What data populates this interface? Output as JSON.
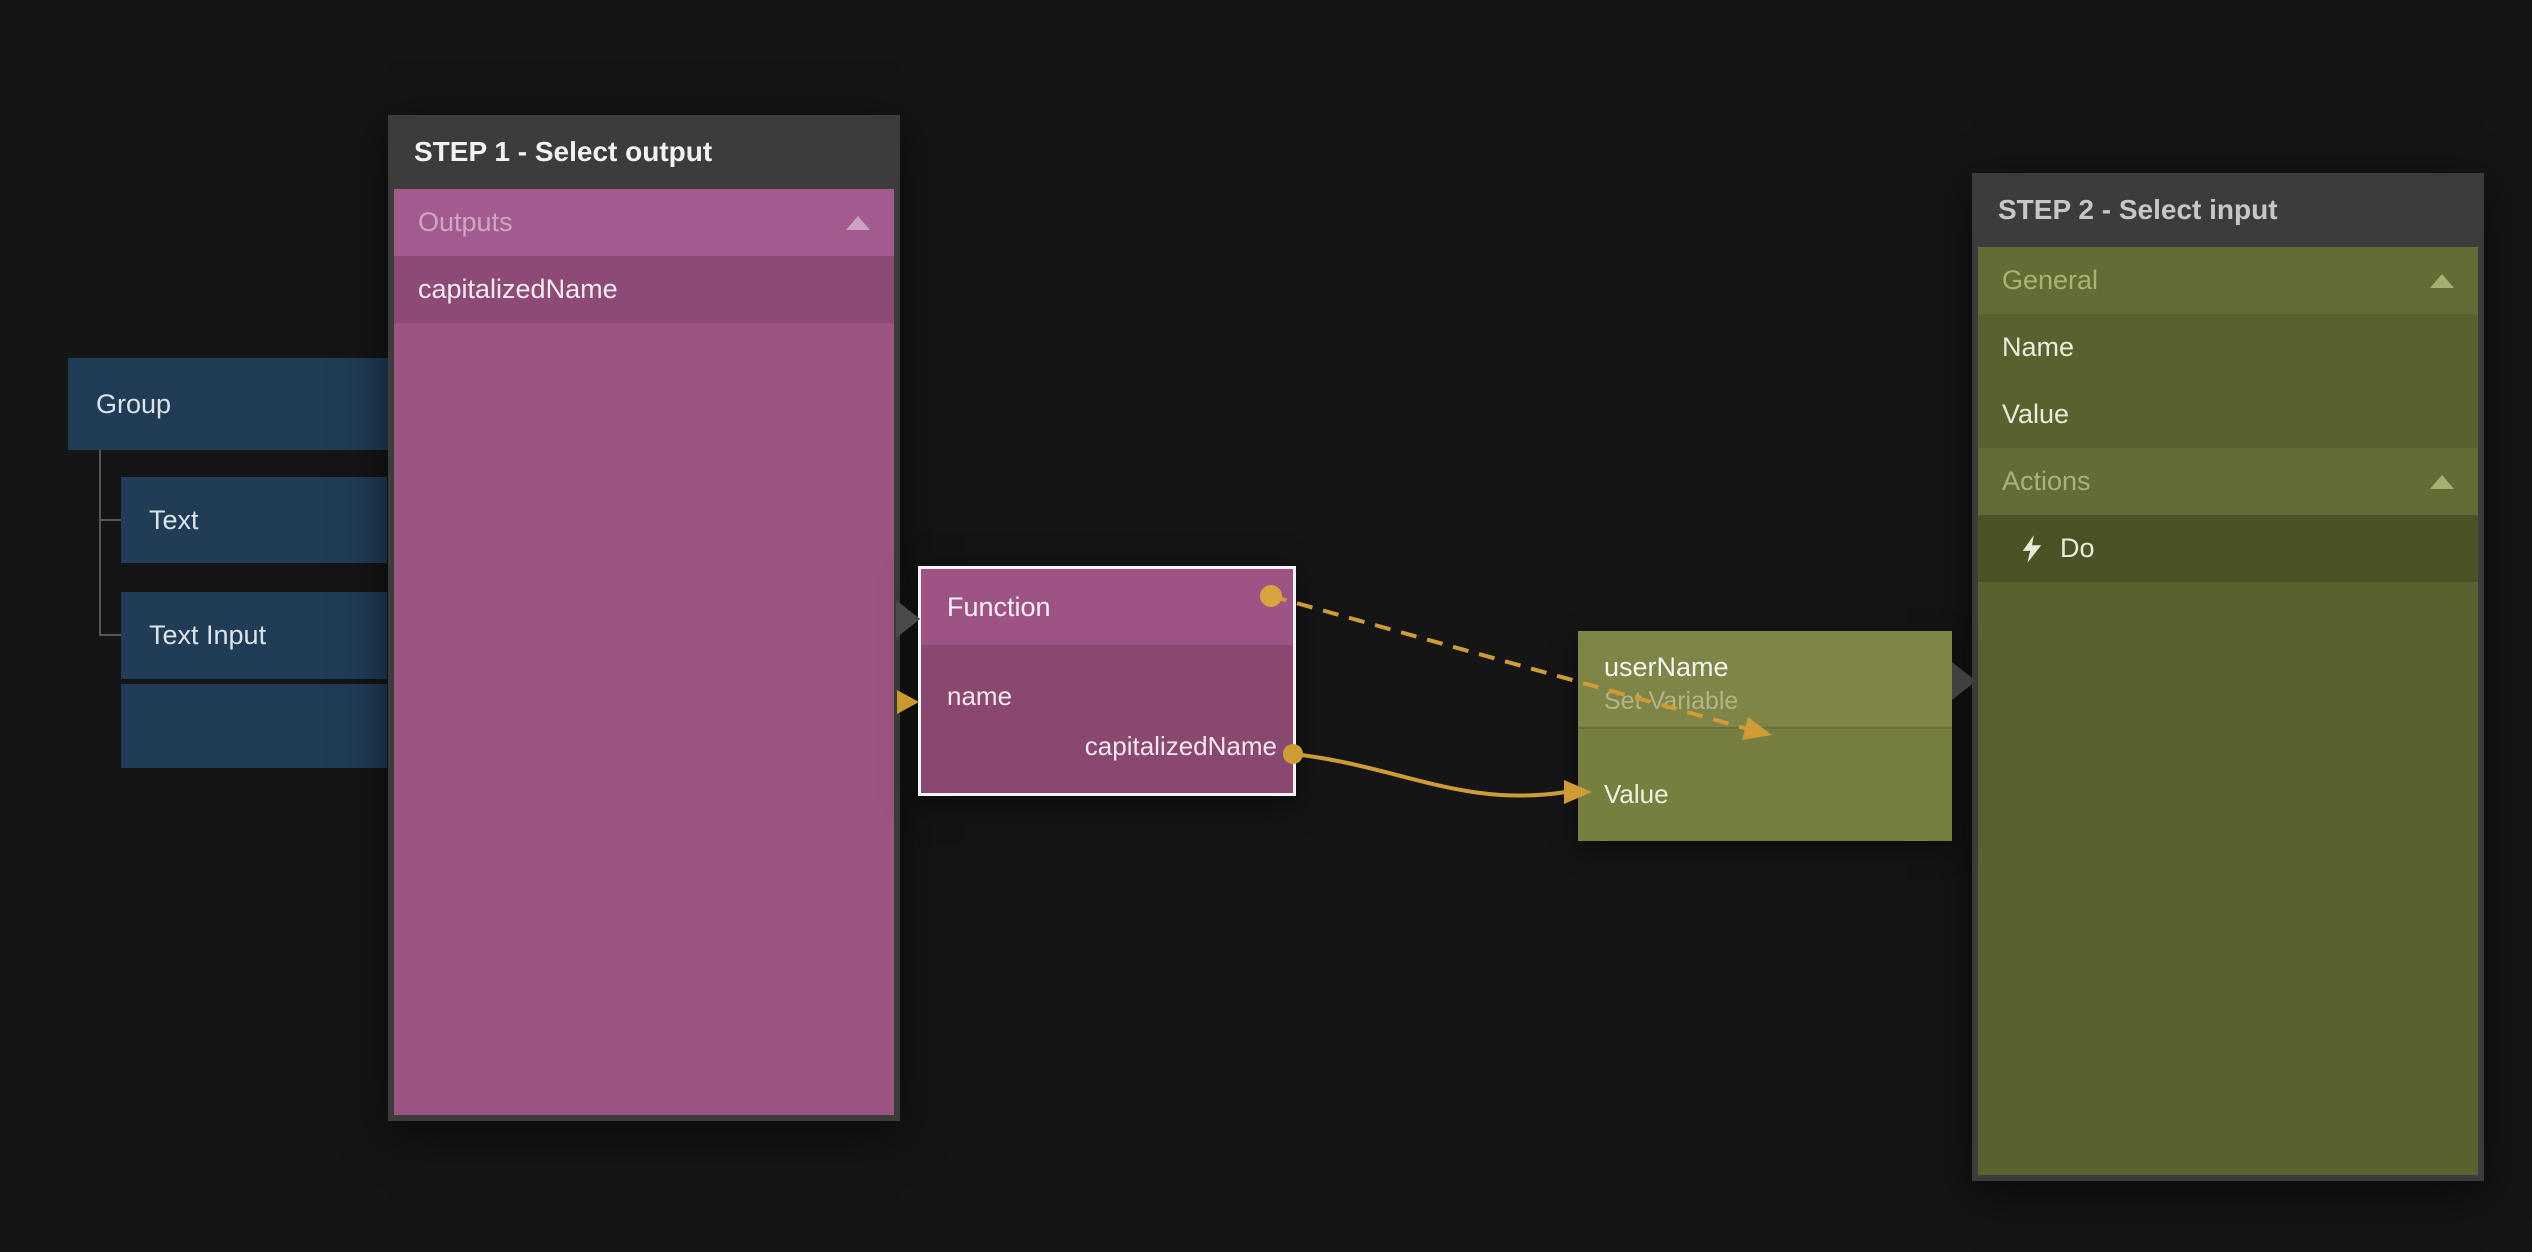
{
  "tree": {
    "group_label": "Group",
    "text_label": "Text",
    "text_input_label": "Text Input"
  },
  "step1": {
    "title": "STEP 1 - Select output",
    "outputs_header": "Outputs",
    "item": "capitalizedName"
  },
  "function_node": {
    "title": "Function",
    "input_label": "name",
    "output_label": "capitalizedName"
  },
  "variable_node": {
    "title": "userName",
    "subtitle": "Set Variable",
    "value_label": "Value"
  },
  "step2": {
    "title": "STEP 2 - Select input",
    "general_header": "General",
    "name_label": "Name",
    "value_label": "Value",
    "actions_header": "Actions",
    "do_label": "Do"
  },
  "colors": {
    "connection_orange": "#cf9b35",
    "node_purple": "#9c5483",
    "node_olive": "#767e40",
    "node_blue": "#203c57",
    "panel_frame": "#3c3c3c"
  }
}
